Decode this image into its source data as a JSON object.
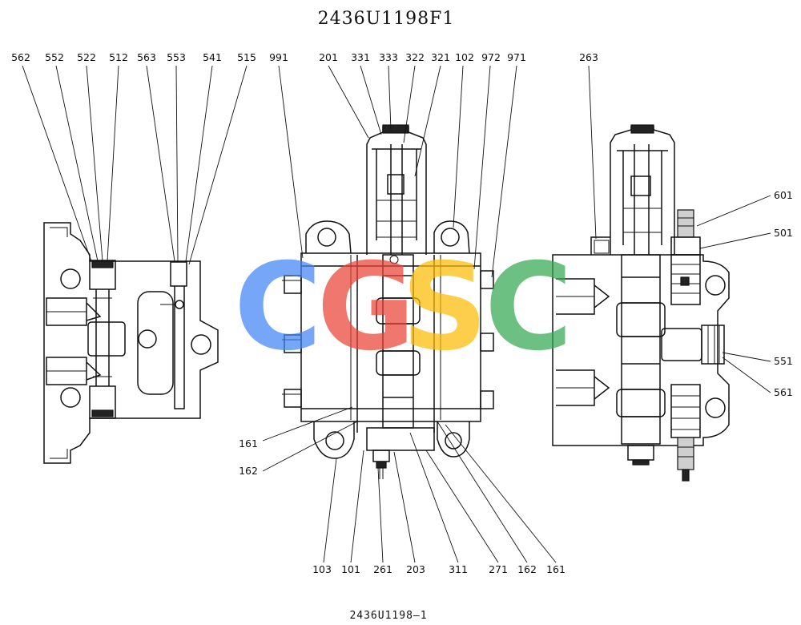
{
  "title": "2436U1198F1",
  "caption": "2436U1198—1",
  "watermark": {
    "letters": [
      "C",
      "G",
      "S",
      "C"
    ],
    "colors": [
      "#4285F4",
      "#EA4335",
      "#FBBC05",
      "#34A853"
    ]
  },
  "callouts": {
    "top": [
      "562",
      "552",
      "522",
      "512",
      "563",
      "553",
      "541",
      "515",
      "991",
      "201",
      "331",
      "333",
      "322",
      "321",
      "102",
      "972",
      "971",
      "263"
    ],
    "right": [
      "601",
      "501",
      "551",
      "561"
    ],
    "left_mid": [
      "161",
      "162"
    ],
    "bottom": [
      "103",
      "101",
      "261",
      "203",
      "311",
      "271",
      "162",
      "161"
    ]
  }
}
